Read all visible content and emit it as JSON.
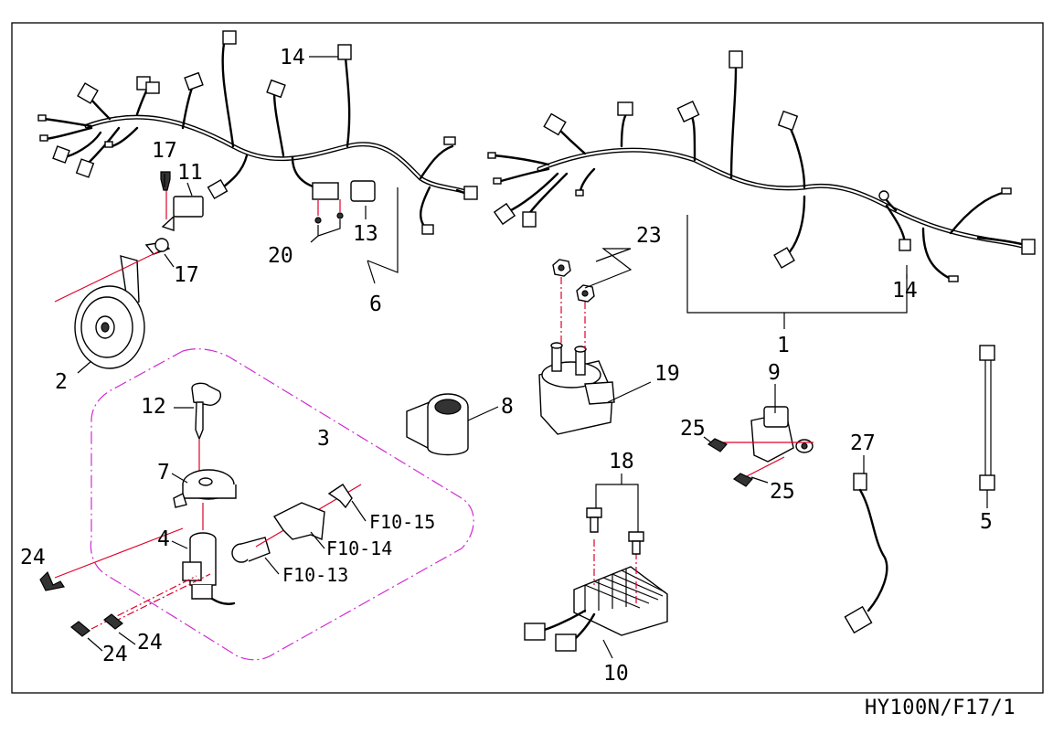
{
  "diagram": {
    "footer_code": "HY100N/F17/1",
    "callouts": {
      "c1": "1",
      "c2": "2",
      "c3": "3",
      "c4": "4",
      "c5": "5",
      "c6": "6",
      "c7": "7",
      "c8": "8",
      "c9": "9",
      "c10": "10",
      "c11": "11",
      "c12": "12",
      "c13": "13",
      "c14a": "14",
      "c14b": "14",
      "c17a": "17",
      "c17b": "17",
      "c18": "18",
      "c19": "19",
      "c20": "20",
      "c23": "23",
      "c24a": "24",
      "c24b": "24",
      "c24c": "24",
      "c25a": "25",
      "c25b": "25",
      "c27": "27",
      "f1015": "F10-15",
      "f1014": "F10-14",
      "f1013": "F10-13"
    }
  }
}
